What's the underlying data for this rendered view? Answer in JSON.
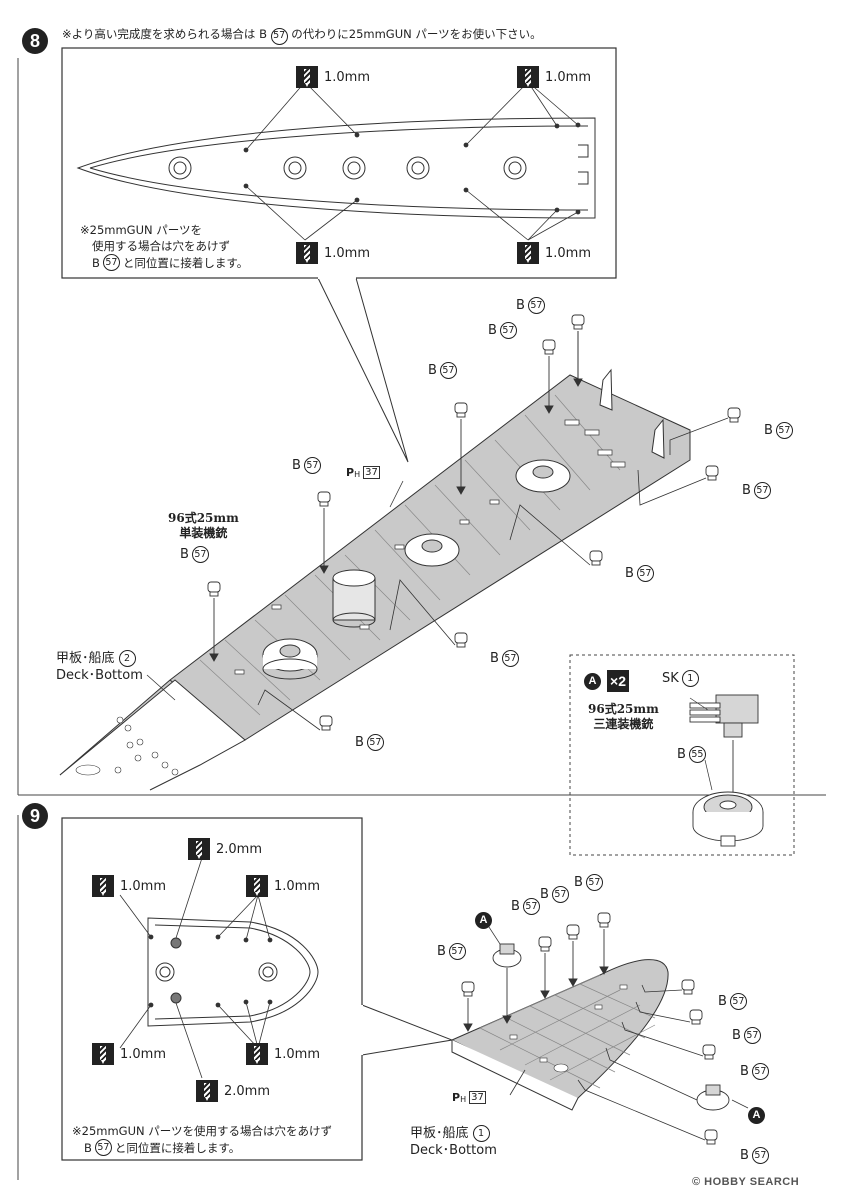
{
  "step8": {
    "number": "8",
    "top_note": "※より高い完成度を求められる場合は B ㊼ の代わりに25mmGUN パーツをお使い下さい。",
    "top_note_parts": [
      "※より高い完成度を求められる場合は ",
      "B",
      "57",
      " の代わりに25mmGUN パーツをお使い下さい。"
    ],
    "drill_1": "1.0mm",
    "drill_2": "1.0mm",
    "drill_3": "1.0mm",
    "drill_4": "1.0mm",
    "inset_note_line1": "※25mmGUN パーツを",
    "inset_note_line2": "使用する場合は穴をあけず",
    "inset_note_line3_a": "B",
    "inset_note_line3_num": "57",
    "inset_note_line3_b": "と同位置に接着します。",
    "gun_single_label_1": "96式25mm",
    "gun_single_label_2": "単装機銃",
    "part_b": "B",
    "part_b_num": "57",
    "ph_label": "P",
    "ph_sub": "H",
    "ph_num": "37",
    "deck_label_jp": "甲板･船底",
    "deck_num": "2",
    "deck_label_en": "Deck･Bottom",
    "sub": {
      "marker": "A",
      "multiplier": "×2",
      "triple_label_1": "96式25mm",
      "triple_label_2": "三連装機銃",
      "sk_label": "SK",
      "sk_num": "1",
      "b55_label": "B",
      "b55_num": "55"
    }
  },
  "step9": {
    "number": "9",
    "drill_top": "2.0mm",
    "drill_left_top": "1.0mm",
    "drill_right_top": "1.0mm",
    "drill_left_bottom": "1.0mm",
    "drill_right_bottom": "1.0mm",
    "drill_bottom": "2.0mm",
    "inset_note_line1": "※25mmGUN パーツを使用する場合は穴をあけず",
    "inset_note_line2_a": "B",
    "inset_note_line2_num": "57",
    "inset_note_line2_b": "と同位置に接着します。",
    "part_b": "B",
    "part_b_num": "57",
    "marker": "A",
    "ph_label": "P",
    "ph_sub": "H",
    "ph_num": "37",
    "deck_label_jp": "甲板･船底",
    "deck_num": "1",
    "deck_label_en": "Deck･Bottom"
  },
  "watermark": "© HOBBY SEARCH"
}
